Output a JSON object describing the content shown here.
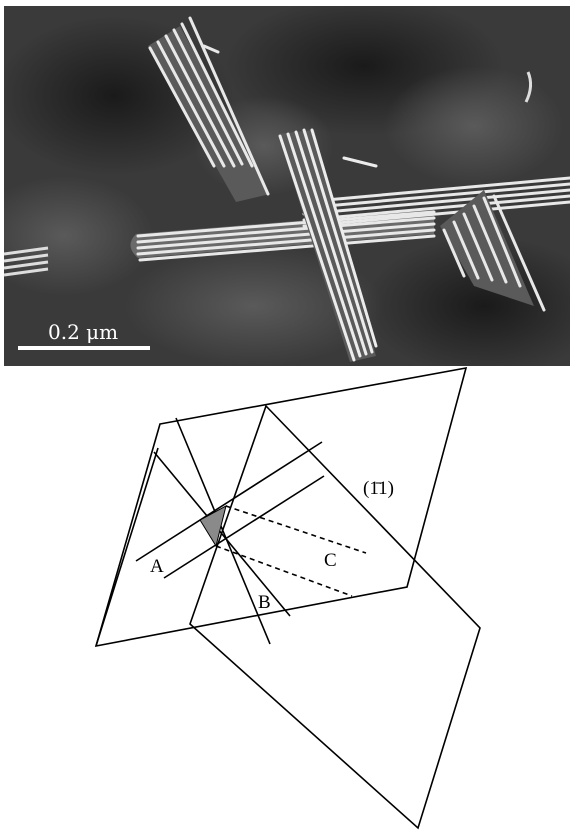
{
  "micrograph": {
    "scale_bar_label": "0.2 μm",
    "background_color": "#3a3a3a",
    "fringe_color": "#e8e8e8"
  },
  "schematic": {
    "plane_label": "(1̄1)",
    "labels": {
      "a": "A",
      "b": "B",
      "c": "C"
    },
    "shaded_color": "#8a8a8a"
  }
}
